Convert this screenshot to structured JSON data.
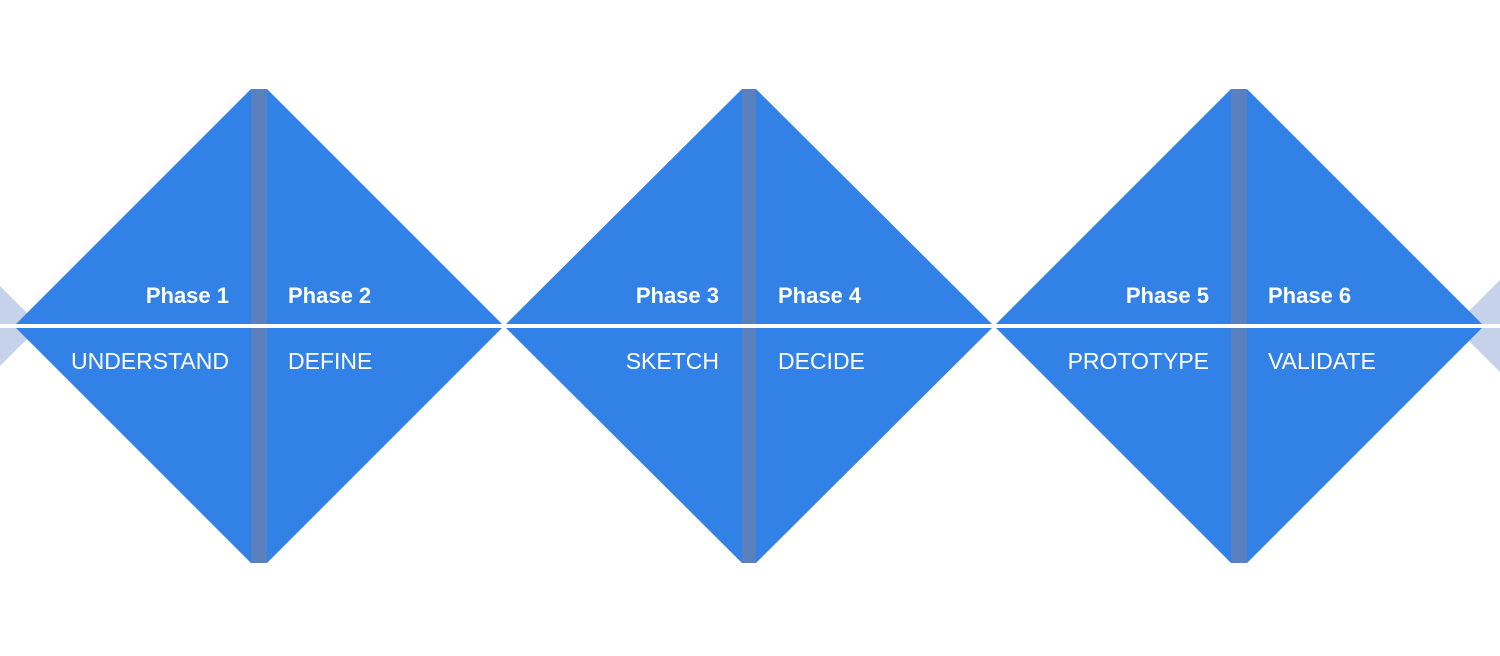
{
  "colors": {
    "triangle": "#3181e7",
    "divider": "#5b80be",
    "edge_arrow": "#c5d2ea",
    "axis_line": "#ffffff",
    "text": "#ffffff",
    "background": "#ffffff"
  },
  "phases": [
    {
      "name": "Phase 1",
      "stage": "UNDERSTAND"
    },
    {
      "name": "Phase 2",
      "stage": "DEFINE"
    },
    {
      "name": "Phase 3",
      "stage": "SKETCH"
    },
    {
      "name": "Phase 4",
      "stage": "DECIDE"
    },
    {
      "name": "Phase 5",
      "stage": "PROTOTYPE"
    },
    {
      "name": "Phase 6",
      "stage": "VALIDATE"
    }
  ]
}
